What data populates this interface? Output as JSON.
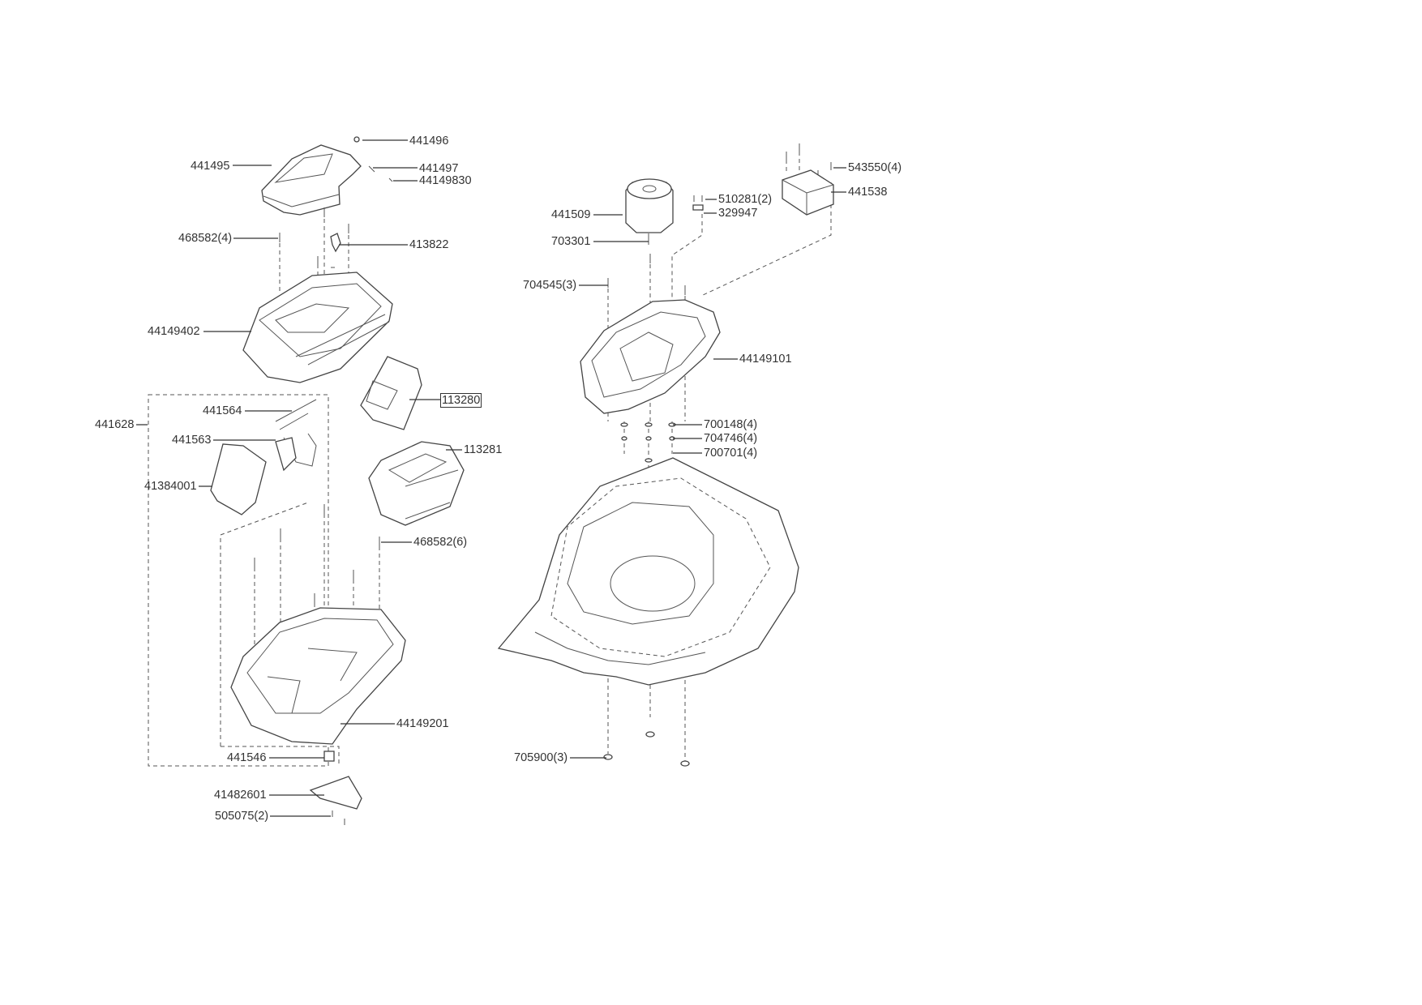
{
  "diagram": {
    "labels": {
      "p441496": "441496",
      "p441495": "441495",
      "p441497": "441497",
      "p44149830": "44149830",
      "p468582_4": "468582(4)",
      "p413822": "413822",
      "p44149402": "44149402",
      "p113280": "113280",
      "p441628": "441628",
      "p441564": "441564",
      "p441563": "441563",
      "p113281": "113281",
      "p41384001": "41384001",
      "p468582_6": "468582(6)",
      "p44149201": "44149201",
      "p441546": "441546",
      "p41482601": "41482601",
      "p505075_2": "505075(2)",
      "p441509": "441509",
      "p703301": "703301",
      "p510281_2": "510281(2)",
      "p329947": "329947",
      "p543550_4": "543550(4)",
      "p441538": "441538",
      "p704545_3": "704545(3)",
      "p44149101": "44149101",
      "p700148_4": "700148(4)",
      "p704746_4": "704746(4)",
      "p700701_4": "700701(4)",
      "p705900_3": "705900(3)"
    }
  }
}
